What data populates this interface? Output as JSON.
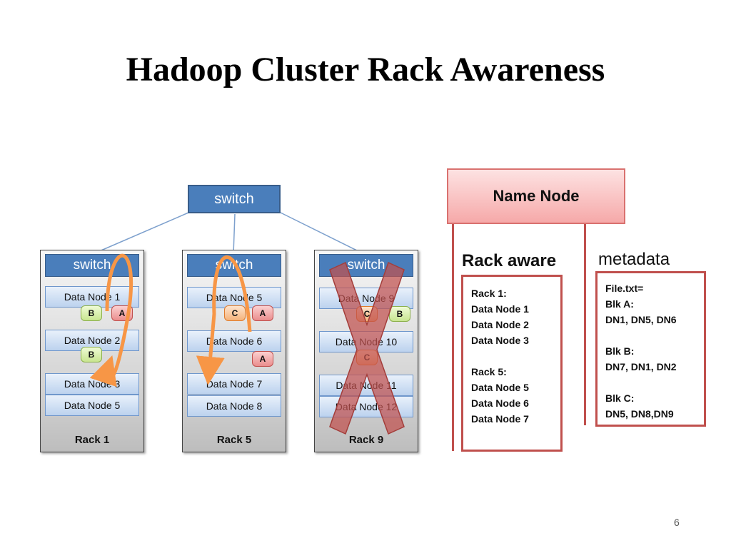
{
  "title": "Hadoop Cluster Rack Awareness",
  "top_switch_label": "switch",
  "racks": [
    {
      "switch_label": "switch",
      "label": "Rack 1",
      "nodes": [
        "Data Node 1",
        "Data Node 2",
        "Data Node 3",
        "Data Node 5"
      ],
      "blocks": [
        "B",
        "A",
        "B"
      ]
    },
    {
      "switch_label": "switch",
      "label": "Rack 5",
      "nodes": [
        "Data Node 5",
        "Data Node 6",
        "Data Node 7",
        "Data Node 8"
      ],
      "blocks": [
        "C",
        "A",
        "A"
      ]
    },
    {
      "switch_label": "switch",
      "label": "Rack 9",
      "nodes": [
        "Data Node 9",
        "Data Node 10",
        "Data Node 11",
        "Data Node 12"
      ],
      "blocks": [
        "C",
        "B",
        "C"
      ],
      "failed": true
    }
  ],
  "name_node": {
    "label": "Name Node",
    "rack_aware_title": "Rack aware",
    "metadata_title": "metadata",
    "rack_aware_lines": [
      "Rack 1:",
      "Data Node 1",
      "Data Node 2",
      "Data Node 3",
      "",
      "Rack 5:",
      "Data Node 5",
      "Data Node 6",
      "Data Node 7"
    ],
    "metadata_lines": [
      "File.txt=",
      "Blk A:",
      "DN1, DN5, DN6",
      "",
      "Blk B:",
      "DN7, DN1, DN2",
      "",
      "Blk C:",
      "DN5, DN8,DN9"
    ]
  },
  "page_number": "6",
  "colors": {
    "switch_blue": "#4a7ebb",
    "node_border": "#6f97cc",
    "block_red": "#ea8d8d",
    "block_green": "#c8e590",
    "block_orange": "#f5b27a",
    "arrow_orange": "#f79646",
    "failure_x": "#c0504d",
    "name_node_pink": "#f6a9a9"
  }
}
